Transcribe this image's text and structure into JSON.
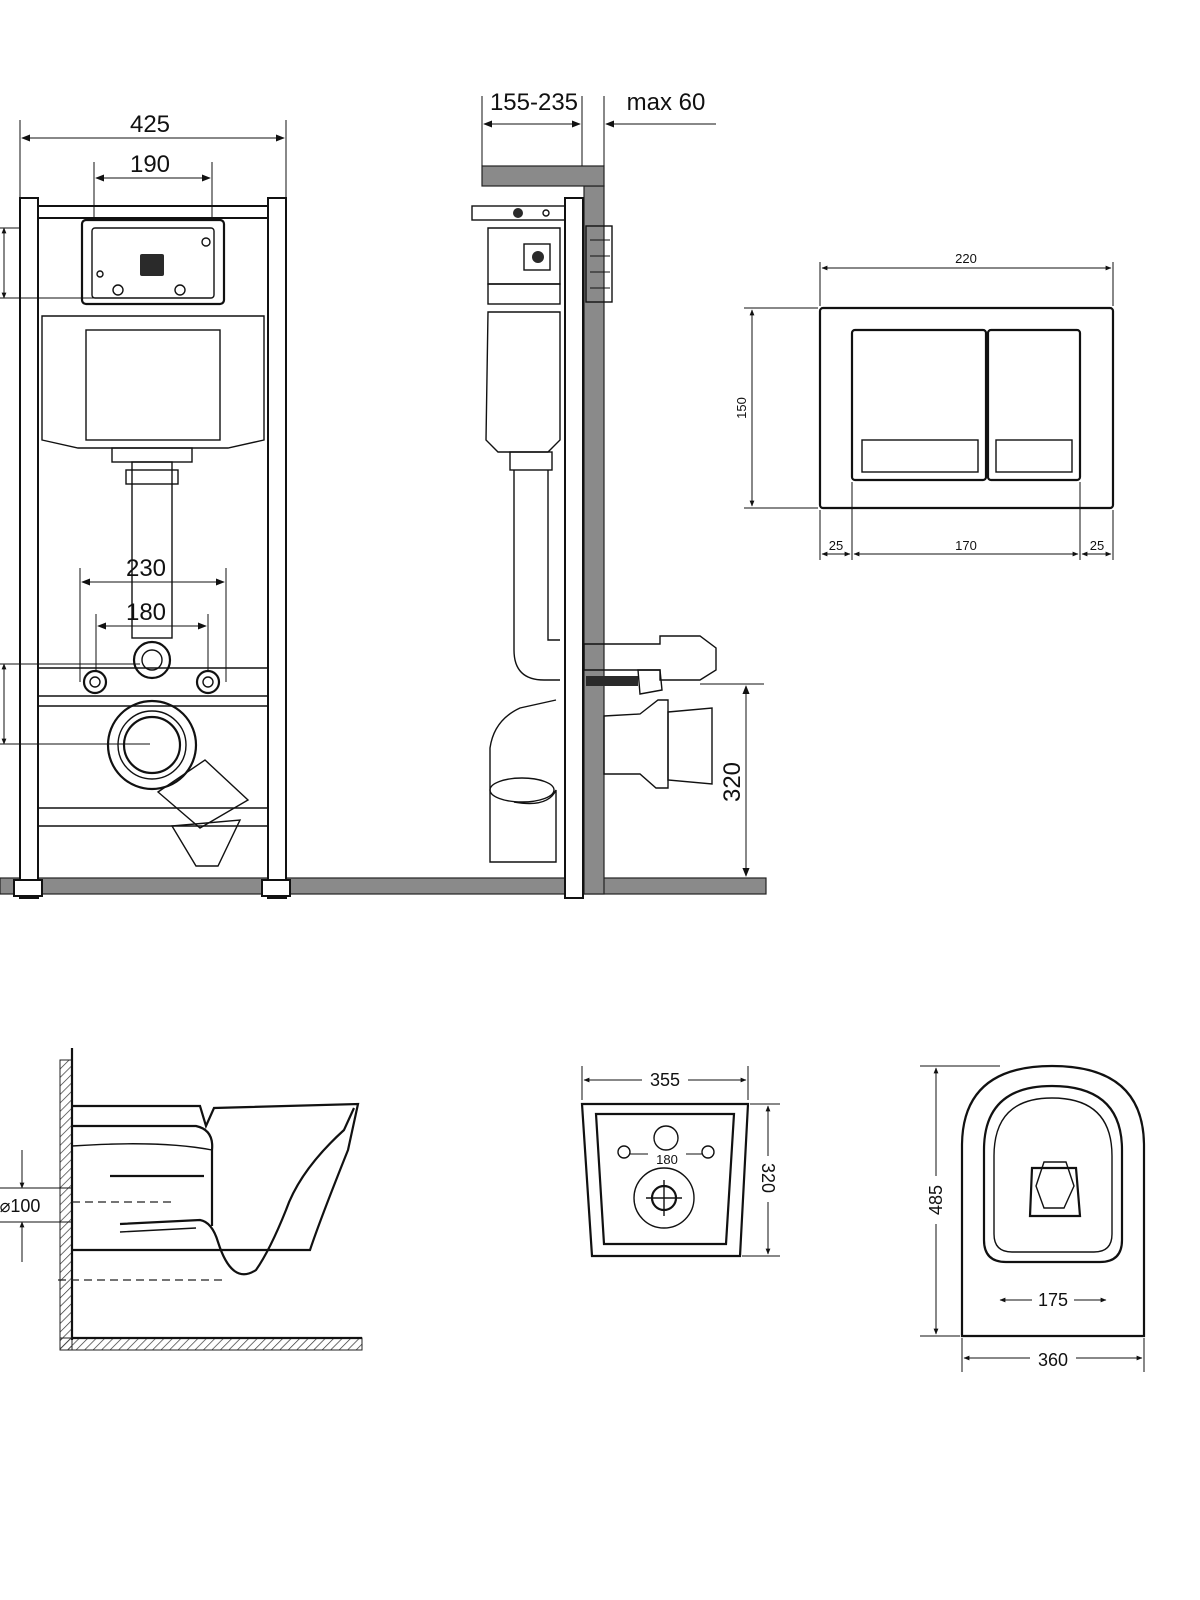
{
  "front_view": {
    "width_total": "425",
    "width_cistern": "190",
    "bolt_spacing_outer": "230",
    "bolt_spacing_inner": "180"
  },
  "side_view": {
    "depth_range": "155-235",
    "wall_max": "max 60",
    "outlet_height": "320"
  },
  "flush_plate": {
    "width": "220",
    "height": "150",
    "margin_left": "25",
    "button_span": "170",
    "margin_right": "25"
  },
  "bowl_side": {
    "pipe_diameter": "⌀100"
  },
  "bowl_back": {
    "width": "355",
    "depth": "320",
    "bolt_spacing": "180"
  },
  "bowl_top": {
    "length": "485",
    "inner_width": "175",
    "width": "360"
  }
}
